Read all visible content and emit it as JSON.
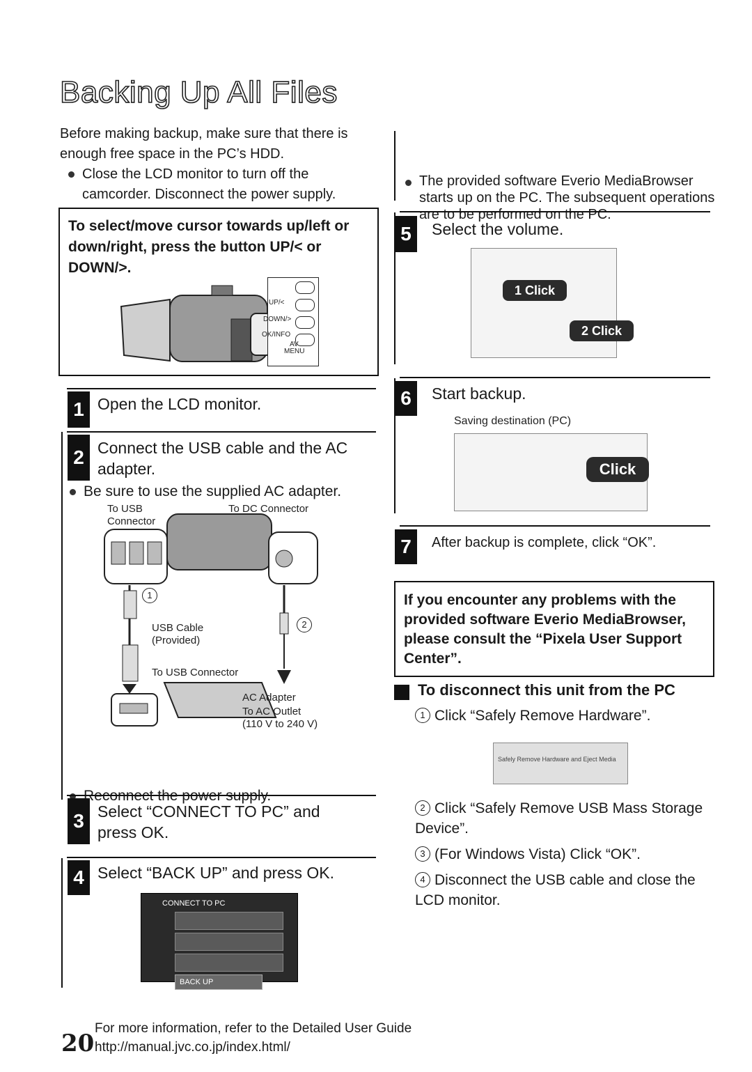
{
  "title": "Backing Up All Files",
  "intro": {
    "text": "Before making backup, make sure that there is enough free space in the PC’s HDD.",
    "bullet": "Close the LCD monitor to turn off the camcorder. Disconnect the power supply."
  },
  "cursor_box": {
    "text": "To select/move cursor towards up/left or down/right, press the button UP/< or DOWN/>.",
    "buttons": [
      "UP/<",
      "DOWN/>",
      "OK/INFO",
      "AV",
      "MENU"
    ]
  },
  "steps": {
    "s1": {
      "num": "1",
      "text": "Open the LCD monitor."
    },
    "s2": {
      "num": "2",
      "text": "Connect the USB cable and the AC adapter.",
      "bullet": "Be sure to use the supplied AC adapter.",
      "labels": {
        "to_usb": "To USB",
        "connector": "Connector",
        "to_dc": "To DC Connector",
        "n1": "1",
        "n2": "2",
        "usb_cable": "USB Cable",
        "provided": "(Provided)",
        "to_usb_connector": "To USB Connector",
        "ac_adapter": "AC Adapter",
        "to_ac_outlet": "To AC Outlet",
        "voltage": "(110 V to 240 V)"
      },
      "bullet2": "Reconnect the power supply."
    },
    "s3": {
      "num": "3",
      "text": "Select “CONNECT TO PC” and press OK."
    },
    "s4": {
      "num": "4",
      "text": "Select “BACK UP” and press OK.",
      "menu_title": "CONNECT TO PC",
      "menu_last": "BACK UP"
    },
    "s5": {
      "num": "5",
      "text": "Select the volume.",
      "click1": "1 Click",
      "click2": "2 Click"
    },
    "s6": {
      "num": "6",
      "text": "Start backup.",
      "sublabel": "Saving destination (PC)",
      "click": "Click"
    },
    "s7": {
      "num": "7",
      "text": "After backup is complete, click “OK”."
    }
  },
  "right_top_bullet": "The provided software Everio MediaBrowser starts up on the PC. The subsequent operations are to be performed on the PC.",
  "problems_box": "If you encounter any problems with the provided software Everio MediaBrowser, please consult the “Pixela User Support Center”.",
  "disconnect": {
    "heading": "To disconnect this unit from the PC",
    "items": [
      {
        "num": "1",
        "text": "Click “Safely Remove Hardware”."
      },
      {
        "num": "2",
        "text": "Click “Safely Remove USB Mass Storage Device”."
      },
      {
        "num": "3",
        "text": "(For Windows Vista) Click “OK”."
      },
      {
        "num": "4",
        "text": "Disconnect the USB cable and close the LCD monitor."
      }
    ],
    "taskbar_text": "Safely Remove Hardware and Eject Media"
  },
  "footer": {
    "page": "20",
    "line1": "For more information, refer to the Detailed User Guide",
    "line2": "http://manual.jvc.co.jp/index.html/"
  }
}
